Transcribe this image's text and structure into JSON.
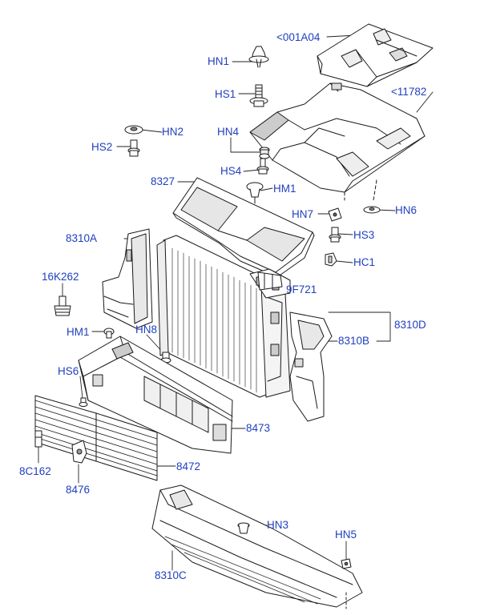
{
  "diagram": {
    "callouts": {
      "c_001a04": "<001A04",
      "c_11782": "<11782",
      "hn1": "HN1",
      "hs1": "HS1",
      "hn2": "HN2",
      "hs2": "HS2",
      "hn4": "HN4",
      "hs4": "HS4",
      "c_8327": "8327",
      "hm1_top": "HM1",
      "hn7": "HN7",
      "hn6": "HN6",
      "hs3": "HS3",
      "hc1": "HC1",
      "c_8310a": "8310A",
      "c_16k262": "16K262",
      "c_9f721": "9F721",
      "hm1_mid": "HM1",
      "hn8": "HN8",
      "c_8310d": "8310D",
      "c_8310b": "8310B",
      "hs6": "HS6",
      "c_8473": "8473",
      "c_8c162": "8C162",
      "c_8472": "8472",
      "c_8476": "8476",
      "hn3": "HN3",
      "hn5": "HN5",
      "c_8310c": "8310C"
    }
  }
}
